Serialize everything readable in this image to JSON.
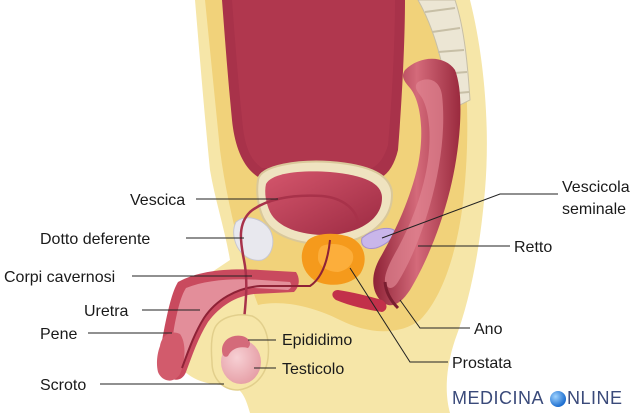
{
  "labels": {
    "vescica": "Vescica",
    "dotto_deferente": "Dotto deferente",
    "corpi_cavernosi": "Corpi cavernosi",
    "uretra": "Uretra",
    "pene": "Pene",
    "scroto": "Scroto",
    "epididimo": "Epididimo",
    "testicolo": "Testicolo",
    "vescicola_line1": "Vescicola",
    "vescicola_line2": "seminale",
    "retto": "Retto",
    "ano": "Ano",
    "prostata": "Prostata"
  },
  "watermark": {
    "left": "MEDICINA ",
    "right": "NLINE"
  },
  "colors": {
    "body_outer": "#f6e6a8",
    "body_inner": "#f1d27a",
    "organ_dark": "#a8324a",
    "organ_mid": "#c94a5e",
    "organ_light": "#e79aa4",
    "prostate": "#f59a1c",
    "bone": "#e8e2d0"
  }
}
